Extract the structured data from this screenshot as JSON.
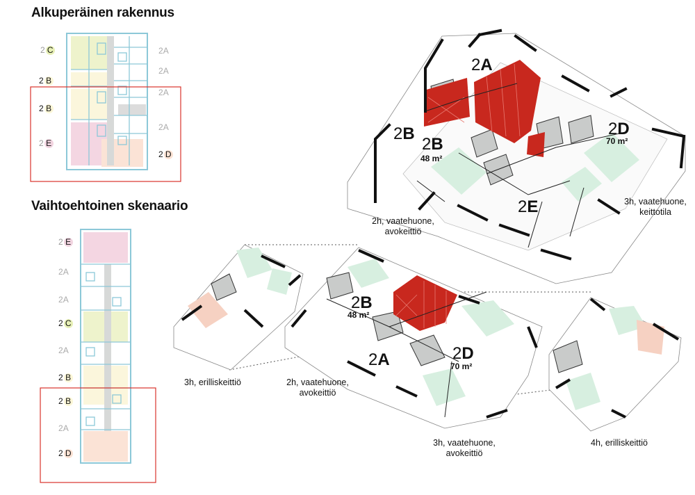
{
  "headings": {
    "original": "Alkuperäinen rakennus",
    "alternative": "Vaihtoehtoinen skenaario"
  },
  "plan_top_units": [
    {
      "num": "2",
      "letter": "C",
      "badge": "#e6efb5"
    },
    {
      "num": "2",
      "letter": "B",
      "badge": "#fbf6d6"
    },
    {
      "num": "2",
      "letter": "B",
      "badge": "#fbf6d6"
    },
    {
      "num": "2",
      "letter": "E",
      "badge": "#f1d4e0"
    },
    {
      "num": "2",
      "letter": "D",
      "badge": "#fbe2d3"
    },
    {
      "num": "2",
      "letter": "A",
      "badge": ""
    },
    {
      "num": "2",
      "letter": "A",
      "badge": ""
    },
    {
      "num": "2",
      "letter": "A",
      "badge": ""
    },
    {
      "num": "2",
      "letter": "A",
      "badge": ""
    }
  ],
  "plan_bottom_units": [
    {
      "num": "2",
      "letter": "E",
      "badge": "#f1d4e0"
    },
    {
      "num": "2",
      "letter": "A",
      "badge": ""
    },
    {
      "num": "2",
      "letter": "A",
      "badge": ""
    },
    {
      "num": "2",
      "letter": "C",
      "badge": "#e6efb5"
    },
    {
      "num": "2",
      "letter": "A",
      "badge": ""
    },
    {
      "num": "2",
      "letter": "B",
      "badge": "#fbf6d6"
    },
    {
      "num": "2",
      "letter": "B",
      "badge": "#fbf6d6"
    },
    {
      "num": "2",
      "letter": "A",
      "badge": ""
    },
    {
      "num": "2",
      "letter": "D",
      "badge": "#fbe2d3"
    }
  ],
  "top_axo": {
    "labels": [
      {
        "num": "2",
        "letter": "A"
      },
      {
        "num": "2",
        "letter": "B"
      },
      {
        "num": "2",
        "letter": "B",
        "area": "48 m²"
      },
      {
        "num": "2",
        "letter": "D",
        "area": "70 m²"
      },
      {
        "num": "2",
        "letter": "E"
      }
    ],
    "captions": {
      "left": [
        "2h, vaatehuone,",
        "avokeittiö"
      ],
      "right": [
        "3h, vaatehuone,",
        "keittotila"
      ]
    }
  },
  "bottom_axo": {
    "labels": [
      {
        "num": "2",
        "letter": "B",
        "area": "48 m²"
      },
      {
        "num": "2",
        "letter": "A"
      },
      {
        "num": "2",
        "letter": "D",
        "area": "70 m²"
      }
    ],
    "captions": {
      "far_left": [
        "3h, erilliskeittiö"
      ],
      "left": [
        "2h, vaatehuone,",
        "avokeittiö"
      ],
      "center": [
        "3h, vaatehuone,",
        "avokeittiö"
      ],
      "right": [
        "4h, erilliskeittiö"
      ]
    }
  },
  "colors": {
    "accent_red": "#c8281e",
    "outline_red": "#d9322b",
    "plan_blue": "#8cc8d8",
    "mint": "#d7efe0",
    "salmon": "#f6d1c2",
    "grey_core": "#c9cbca"
  }
}
